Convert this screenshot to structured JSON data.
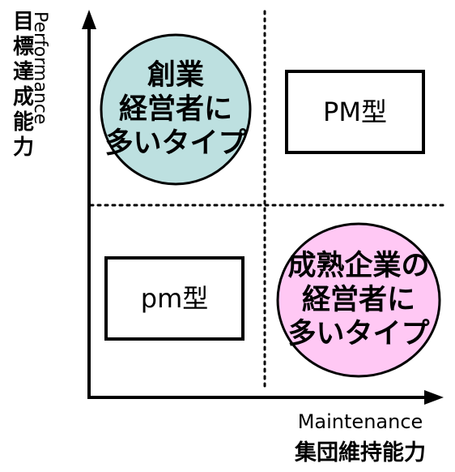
{
  "axes": {
    "y_label_en": "Performance",
    "y_label_ja": [
      "目",
      "標",
      "達",
      "成",
      "能",
      "力"
    ],
    "x_label_en": "Maintenance",
    "x_label_ja": "集団維持能力"
  },
  "quadrants": {
    "top_left": {
      "lines": [
        "創業",
        "経営者に",
        "多いタイプ"
      ],
      "fill": "#bde0e0"
    },
    "top_right": {
      "label": "PM型"
    },
    "bottom_left": {
      "label": "pm型"
    },
    "bottom_right": {
      "lines": [
        "成熟企業の",
        "経営者に",
        "多いタイプ"
      ],
      "fill": "#ffc8f4"
    }
  },
  "colors": {
    "line": "#000000"
  }
}
